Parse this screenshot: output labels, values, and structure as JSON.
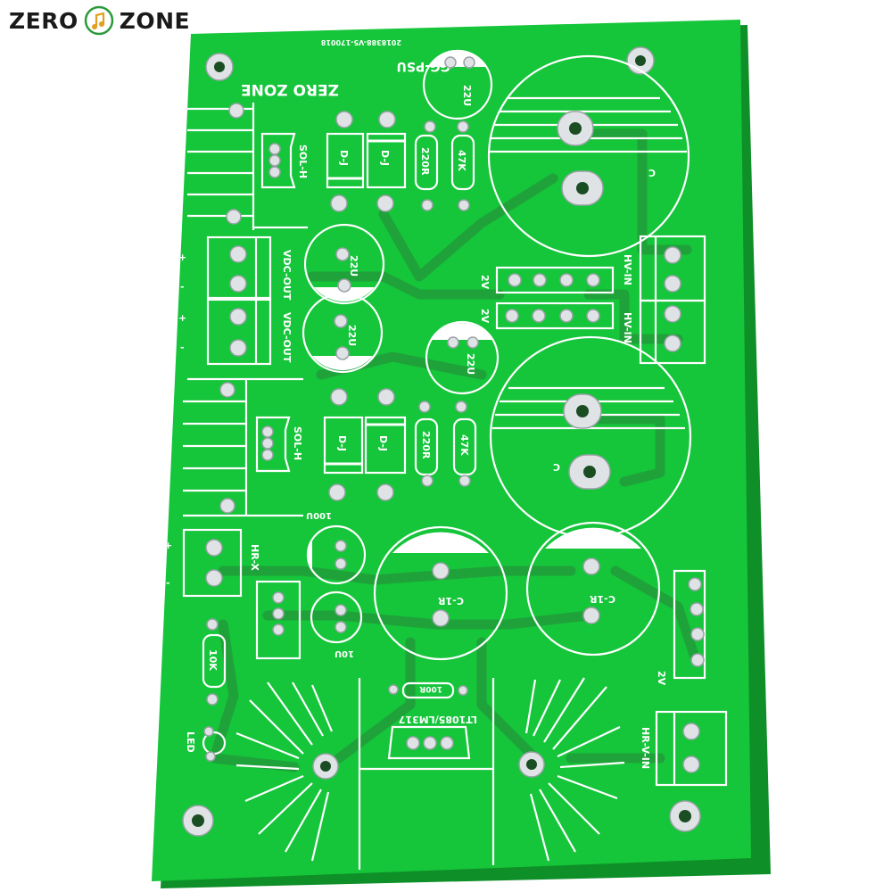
{
  "brand": {
    "left_word": "ZERO",
    "right_word": "ZONE",
    "logo": "music-note-circle-icon"
  },
  "board": {
    "color": "#15c53a",
    "edge_color": "#0e8f28",
    "silk_color": "#ffffff",
    "title": "GG-PSU",
    "maker": "ZERO ZONE",
    "serial": "2018388-V5-170018",
    "labels": {
      "cap_small": "22U",
      "cap_100u": "100U",
      "cap_10u": "10U",
      "cap_big": "C",
      "cap_c1r": "C-1R",
      "res_220r": "220R",
      "res_47k": "47K",
      "res_10k": "10K",
      "res_100r": "100R",
      "diode": "D-J",
      "reg_top": "SOL-H",
      "vdc_out": "VDC-OUT",
      "ac_in": "HV-IN",
      "hr_x": "HR-X",
      "hr_v_in": "HR-V-IN",
      "reg_main": "LT1085/LM317",
      "led": "LED",
      "conn_2v": "2V",
      "plus": "+",
      "minus": "-"
    }
  }
}
